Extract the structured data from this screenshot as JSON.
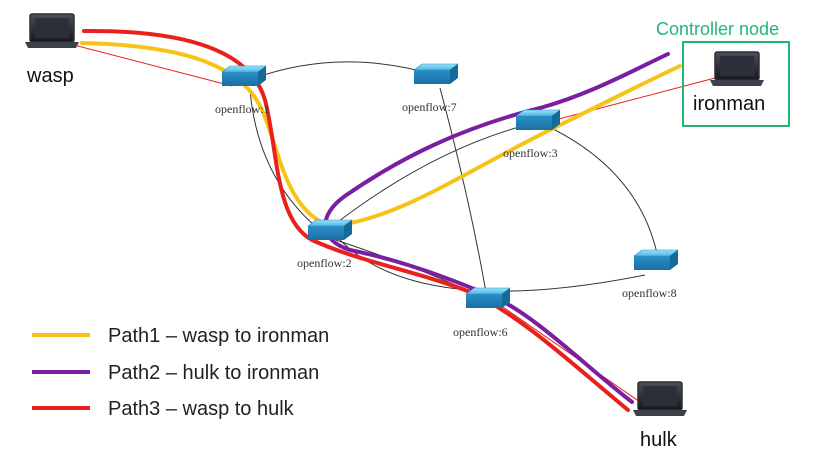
{
  "controller_label": "Controller node",
  "hosts": {
    "wasp": "wasp",
    "ironman": "ironman",
    "hulk": "hulk"
  },
  "switches": {
    "s1": "openflow:1",
    "s2": "openflow:2",
    "s3": "openflow:3",
    "s6": "openflow:6",
    "s7": "openflow:7",
    "s8": "openflow:8"
  },
  "legend": [
    {
      "label": "Path1 – wasp to ironman",
      "color": "#f7c318"
    },
    {
      "label": "Path2 – hulk to ironman",
      "color": "#7a1fa2"
    },
    {
      "label": "Path3 – wasp to hulk",
      "color": "#e8211d"
    }
  ],
  "colors": {
    "controller_box": "#22b573",
    "link": "#333333",
    "host_link": "#e8211d",
    "switch": "#3aa7d9"
  }
}
